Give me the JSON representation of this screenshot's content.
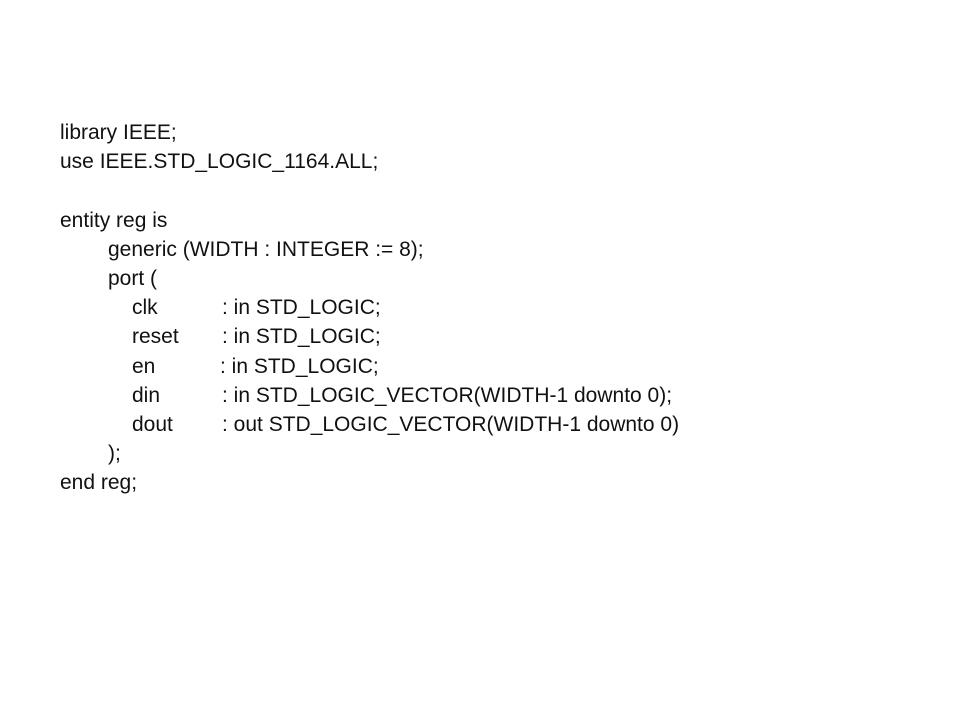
{
  "code": {
    "line1": "library IEEE;",
    "line2": "use IEEE.STD_LOGIC_1164.ALL;",
    "line3": "entity reg is",
    "line4": "generic (WIDTH : INTEGER := 8);",
    "line5": "port (",
    "ports": [
      {
        "name": "clk",
        "decl": ": in STD_LOGIC;"
      },
      {
        "name": "reset",
        "decl": ": in STD_LOGIC;"
      },
      {
        "name": "en",
        "decl": ": in STD_LOGIC;"
      },
      {
        "name": "din",
        "decl": ": in STD_LOGIC_VECTOR(WIDTH-1 downto 0);"
      },
      {
        "name": "dout",
        "decl": ": out STD_LOGIC_VECTOR(WIDTH-1 downto 0)"
      }
    ],
    "line_close_port": ");",
    "line_end": "end reg;"
  }
}
